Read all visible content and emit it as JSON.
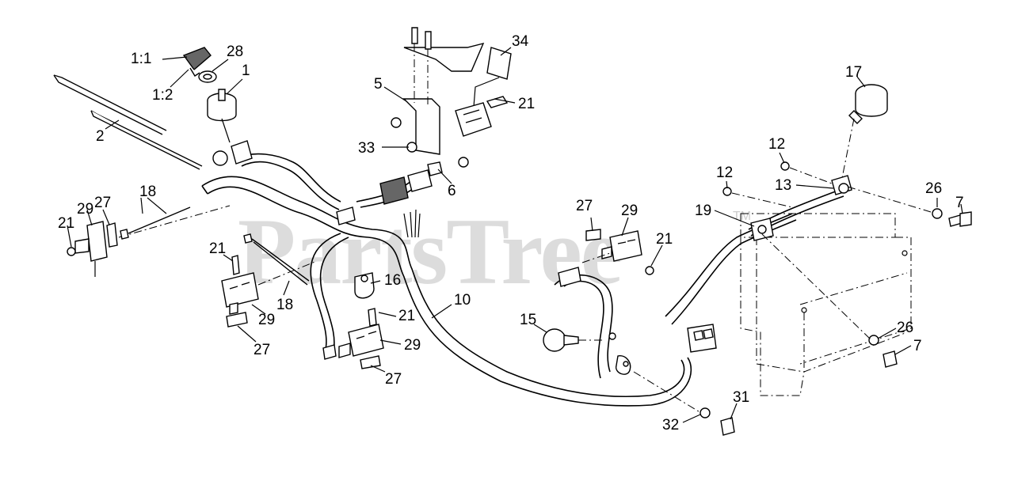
{
  "watermark": {
    "text": "PartsTree",
    "trademark": "TM"
  },
  "callouts": [
    {
      "id": "c-1-1",
      "text": "1:1"
    },
    {
      "id": "c-1-2",
      "text": "1:2"
    },
    {
      "id": "c-28",
      "text": "28"
    },
    {
      "id": "c-1",
      "text": "1"
    },
    {
      "id": "c-2",
      "text": "2"
    },
    {
      "id": "c-34",
      "text": "34"
    },
    {
      "id": "c-5",
      "text": "5"
    },
    {
      "id": "c-21a",
      "text": "21"
    },
    {
      "id": "c-33",
      "text": "33"
    },
    {
      "id": "c-6",
      "text": "6"
    },
    {
      "id": "c-17",
      "text": "17"
    },
    {
      "id": "c-12a",
      "text": "12"
    },
    {
      "id": "c-12b",
      "text": "12"
    },
    {
      "id": "c-13",
      "text": "13"
    },
    {
      "id": "c-26a",
      "text": "26"
    },
    {
      "id": "c-7a",
      "text": "7"
    },
    {
      "id": "c-19",
      "text": "19"
    },
    {
      "id": "c-27a",
      "text": "27"
    },
    {
      "id": "c-29a",
      "text": "29"
    },
    {
      "id": "c-21b",
      "text": "21"
    },
    {
      "id": "c-18a",
      "text": "18"
    },
    {
      "id": "c-29b",
      "text": "29"
    },
    {
      "id": "c-27b",
      "text": "27"
    },
    {
      "id": "c-21c",
      "text": "21"
    },
    {
      "id": "c-21d",
      "text": "21"
    },
    {
      "id": "c-18b",
      "text": "18"
    },
    {
      "id": "c-16",
      "text": "16"
    },
    {
      "id": "c-10",
      "text": "10"
    },
    {
      "id": "c-29c",
      "text": "29"
    },
    {
      "id": "c-27c",
      "text": "27"
    },
    {
      "id": "c-21e",
      "text": "21"
    },
    {
      "id": "c-29d",
      "text": "29"
    },
    {
      "id": "c-27d",
      "text": "27"
    },
    {
      "id": "c-15",
      "text": "15"
    },
    {
      "id": "c-26b",
      "text": "26"
    },
    {
      "id": "c-7b",
      "text": "7"
    },
    {
      "id": "c-31",
      "text": "31"
    },
    {
      "id": "c-32",
      "text": "32"
    }
  ]
}
